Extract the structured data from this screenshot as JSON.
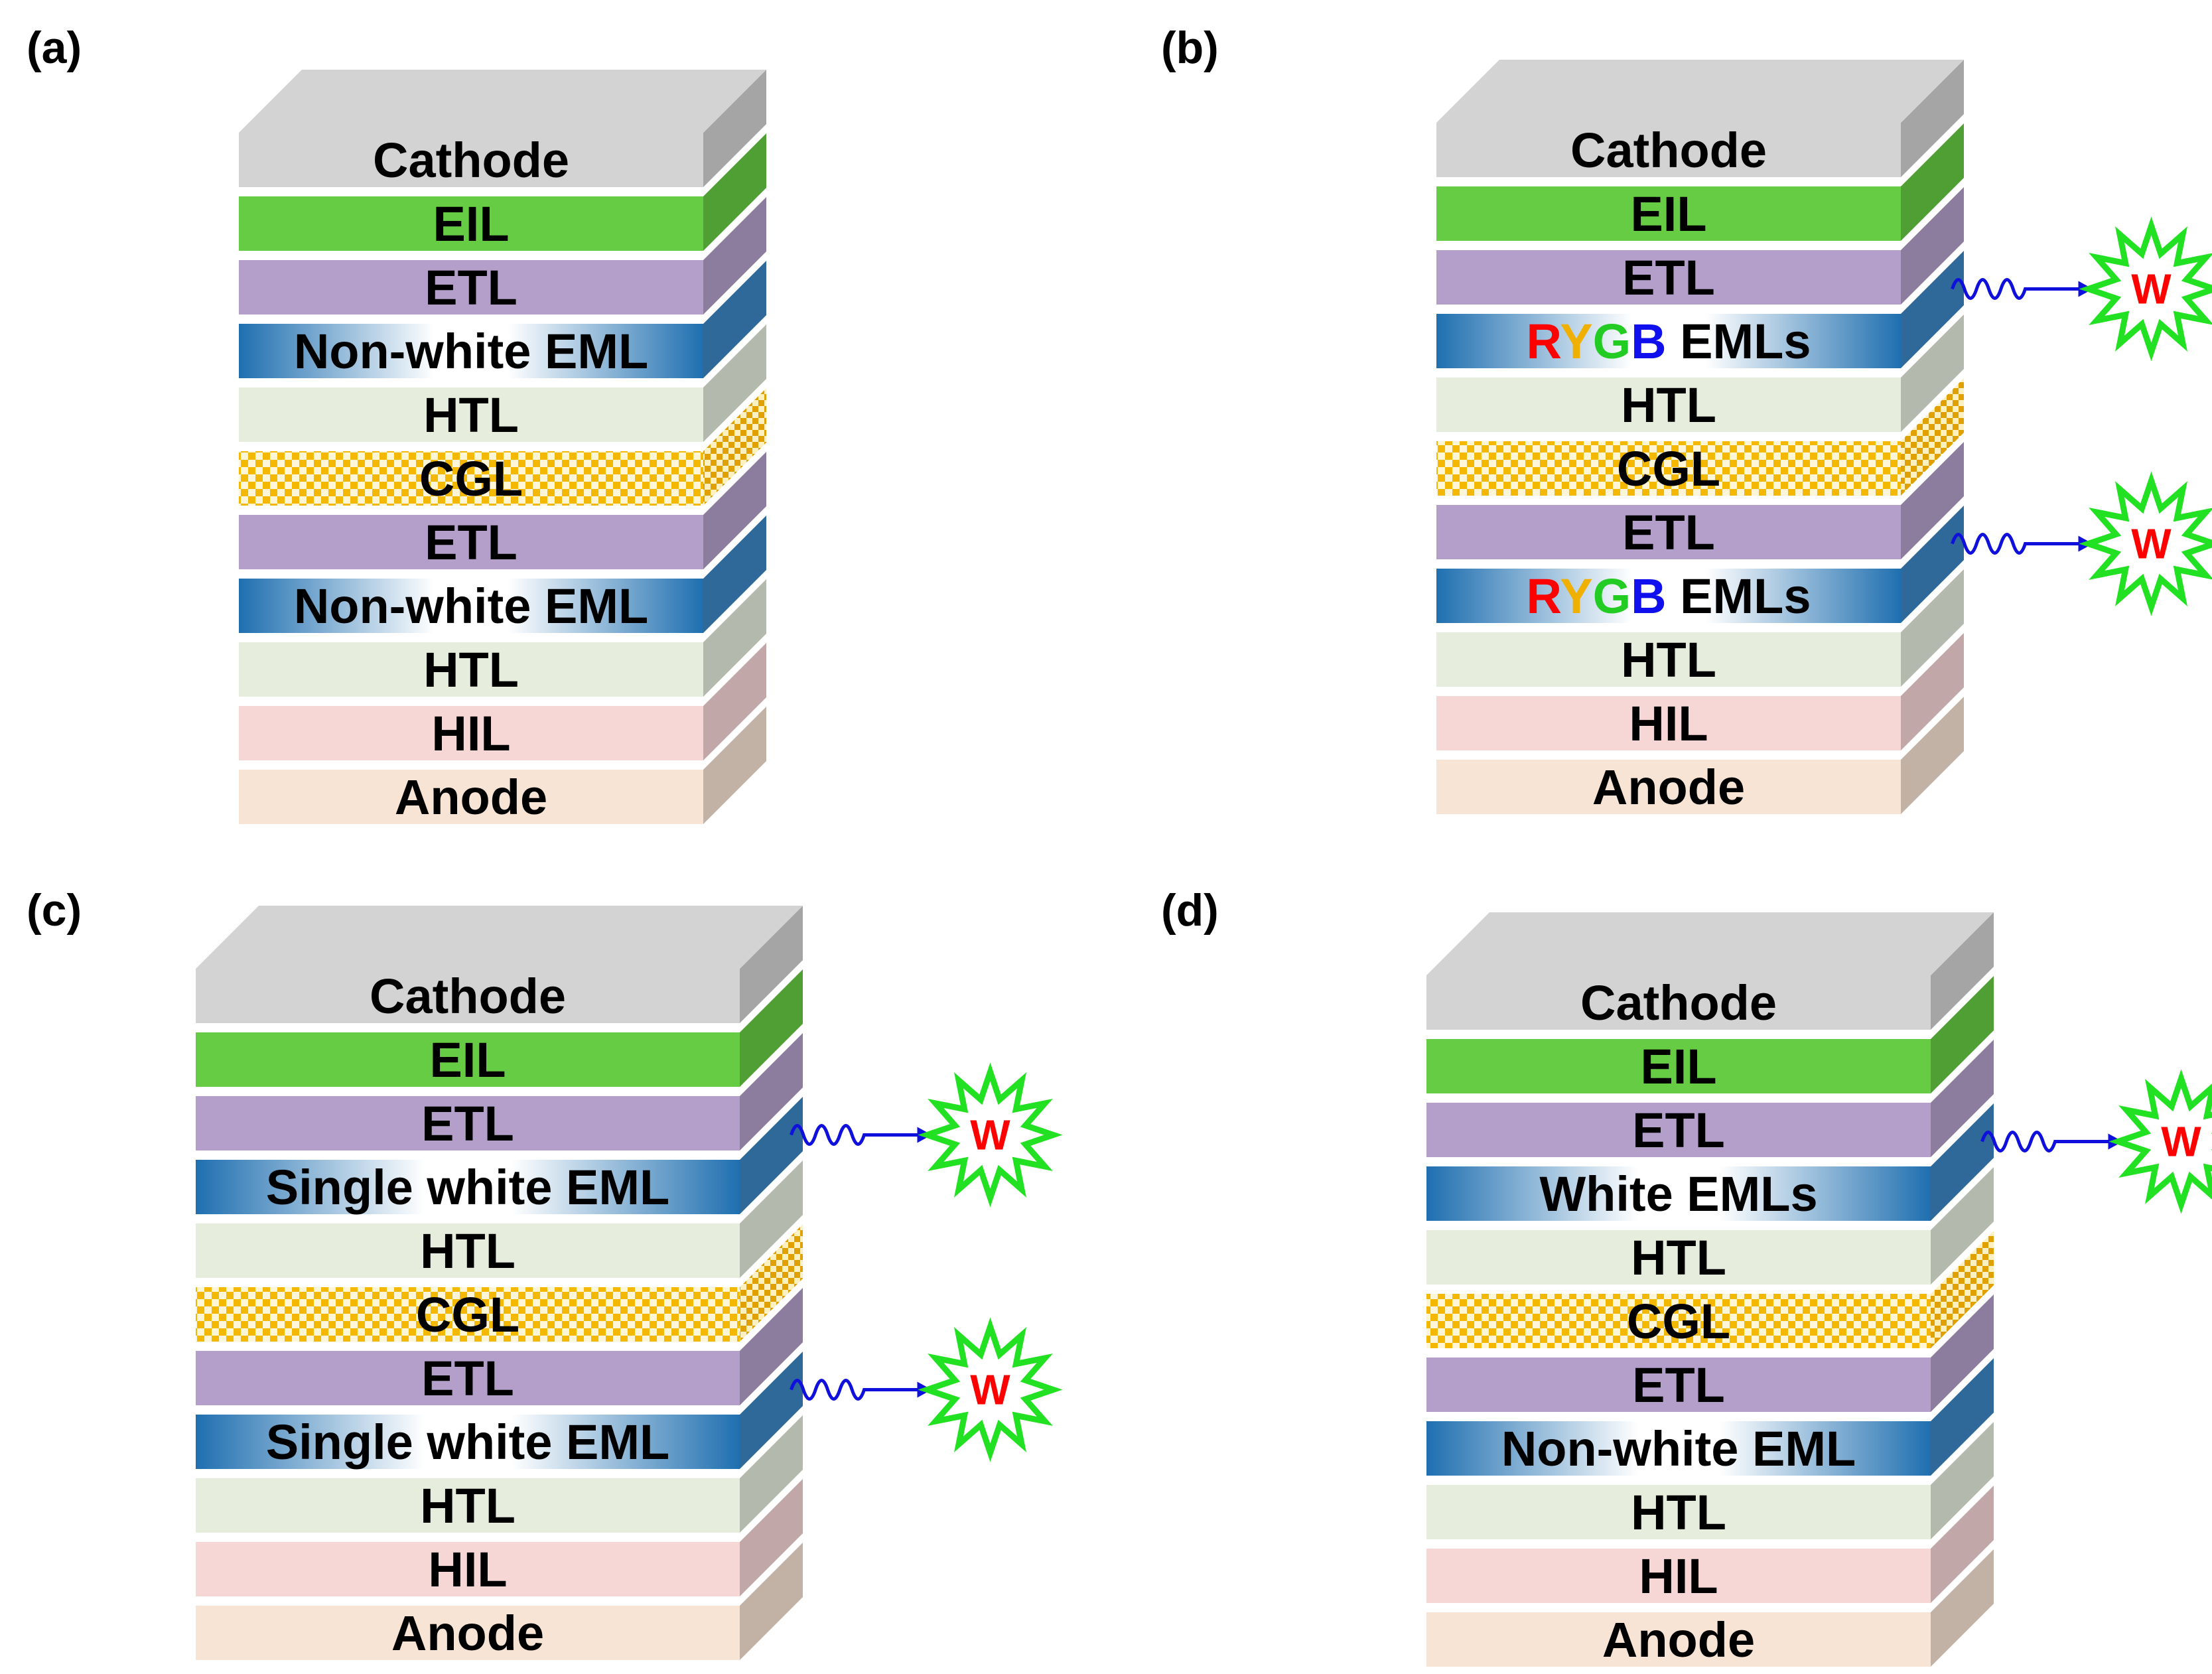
{
  "colors": {
    "cathode": "#d3d3d3",
    "eil": "#66cc44",
    "etl": "#b49fcb",
    "eml": "#3b87c4",
    "htl": "#e6eddc",
    "cgl": "#f5b800",
    "hil": "#f7d6d6",
    "anode": "#f8e4d4",
    "burst_outline": "#22e022",
    "wave": "#1010dd",
    "w_text": "#ff0000"
  },
  "panels": [
    {
      "label": "(a)",
      "layers": [
        {
          "text": "Cathode",
          "kind": "cathode"
        },
        {
          "text": "EIL",
          "kind": "eil"
        },
        {
          "text": "ETL",
          "kind": "etl"
        },
        {
          "text": "Non-white EML",
          "kind": "eml"
        },
        {
          "text": "HTL",
          "kind": "htl"
        },
        {
          "text": "CGL",
          "kind": "cgl"
        },
        {
          "text": "ETL",
          "kind": "etl"
        },
        {
          "text": "Non-white EML",
          "kind": "eml"
        },
        {
          "text": "HTL",
          "kind": "htl"
        },
        {
          "text": "HIL",
          "kind": "hil"
        },
        {
          "text": "Anode",
          "kind": "anode"
        }
      ],
      "emissions": []
    },
    {
      "label": "(b)",
      "layers": [
        {
          "text": "Cathode",
          "kind": "cathode"
        },
        {
          "text": "EIL",
          "kind": "eil"
        },
        {
          "text": "ETL",
          "kind": "etl"
        },
        {
          "text": "RYGB EMLs",
          "kind": "eml",
          "rygb": true
        },
        {
          "text": "HTL",
          "kind": "htl"
        },
        {
          "text": "CGL",
          "kind": "cgl"
        },
        {
          "text": "ETL",
          "kind": "etl"
        },
        {
          "text": "RYGB EMLs",
          "kind": "eml",
          "rygb": true
        },
        {
          "text": "HTL",
          "kind": "htl"
        },
        {
          "text": "HIL",
          "kind": "hil"
        },
        {
          "text": "Anode",
          "kind": "anode"
        }
      ],
      "rygb_letters": [
        {
          "char": "R",
          "color": "#ff0000"
        },
        {
          "char": "Y",
          "color": "#f0b000"
        },
        {
          "char": "G",
          "color": "#22cc22"
        },
        {
          "char": "B",
          "color": "#1010ee"
        }
      ],
      "rygb_suffix": " EMLs",
      "emissions": [
        {
          "layer_index": 3,
          "text": "W"
        },
        {
          "layer_index": 7,
          "text": "W"
        }
      ]
    },
    {
      "label": "(c)",
      "layers": [
        {
          "text": "Cathode",
          "kind": "cathode"
        },
        {
          "text": "EIL",
          "kind": "eil"
        },
        {
          "text": "ETL",
          "kind": "etl"
        },
        {
          "text": "Single white EML",
          "kind": "eml"
        },
        {
          "text": "HTL",
          "kind": "htl"
        },
        {
          "text": "CGL",
          "kind": "cgl"
        },
        {
          "text": "ETL",
          "kind": "etl"
        },
        {
          "text": "Single white EML",
          "kind": "eml"
        },
        {
          "text": "HTL",
          "kind": "htl"
        },
        {
          "text": "HIL",
          "kind": "hil"
        },
        {
          "text": "Anode",
          "kind": "anode"
        }
      ],
      "emissions": [
        {
          "layer_index": 3,
          "text": "W"
        },
        {
          "layer_index": 7,
          "text": "W"
        }
      ]
    },
    {
      "label": "(d)",
      "layers": [
        {
          "text": "Cathode",
          "kind": "cathode"
        },
        {
          "text": "EIL",
          "kind": "eil"
        },
        {
          "text": "ETL",
          "kind": "etl"
        },
        {
          "text": "White EMLs",
          "kind": "eml"
        },
        {
          "text": "HTL",
          "kind": "htl"
        },
        {
          "text": "CGL",
          "kind": "cgl"
        },
        {
          "text": "ETL",
          "kind": "etl"
        },
        {
          "text": "Non-white EML",
          "kind": "eml"
        },
        {
          "text": "HTL",
          "kind": "htl"
        },
        {
          "text": "HIL",
          "kind": "hil"
        },
        {
          "text": "Anode",
          "kind": "anode"
        }
      ],
      "emissions": [
        {
          "layer_index": 3,
          "text": "W"
        }
      ]
    }
  ]
}
